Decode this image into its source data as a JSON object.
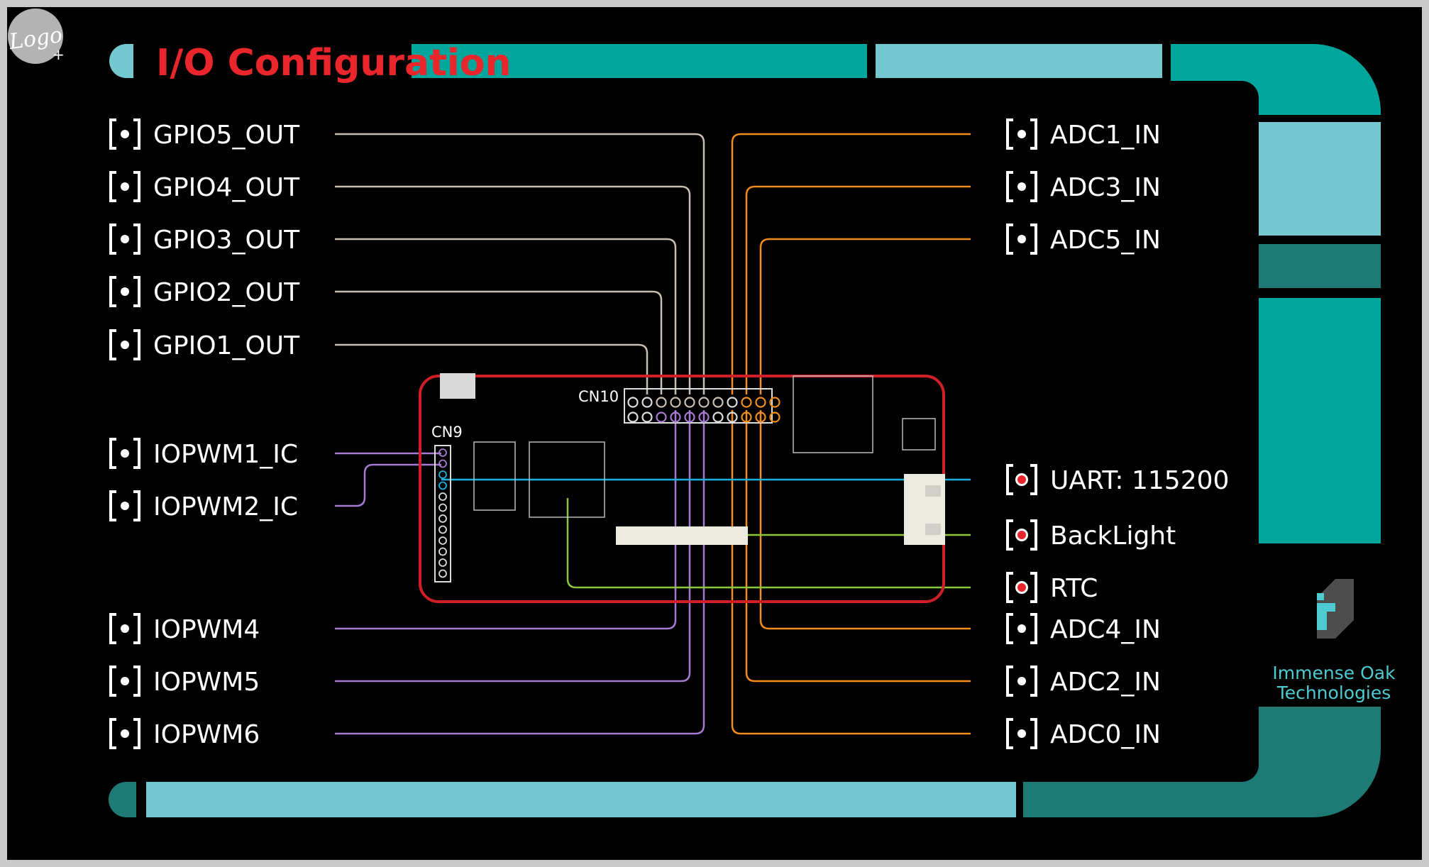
{
  "app": {
    "title": "I/O Configuration",
    "logo_text": "Logo"
  },
  "colors": {
    "background": "#000000",
    "title_red": "#e8262c",
    "board_outline": "#d11f27",
    "teal_light": "#73c9cf",
    "teal_mid": "#00a59b",
    "teal_dark": "#1e7a74",
    "gpio_wire": "#c9bfb0",
    "adc_wire": "#f28c1c",
    "pwm_wire": "#a57ad0",
    "uart_wire": "#1ab3e0",
    "backlight_wire": "#8cc63f",
    "rtc_wire": "#8cc63f"
  },
  "left_pins": [
    {
      "label": "GPIO5_OUT",
      "icon": "pin-checkbox-icon",
      "active": false
    },
    {
      "label": "GPIO4_OUT",
      "icon": "pin-checkbox-icon",
      "active": false
    },
    {
      "label": "GPIO3_OUT",
      "icon": "pin-checkbox-icon",
      "active": false
    },
    {
      "label": "GPIO2_OUT",
      "icon": "pin-checkbox-icon",
      "active": false
    },
    {
      "label": "GPIO1_OUT",
      "icon": "pin-checkbox-icon",
      "active": false
    },
    {
      "label": "IOPWM1_IC",
      "icon": "pin-checkbox-icon",
      "active": false
    },
    {
      "label": "IOPWM2_IC",
      "icon": "pin-checkbox-icon",
      "active": false
    },
    {
      "label": "IOPWM4",
      "icon": "pin-checkbox-icon",
      "active": false
    },
    {
      "label": "IOPWM5",
      "icon": "pin-checkbox-icon",
      "active": false
    },
    {
      "label": "IOPWM6",
      "icon": "pin-checkbox-icon",
      "active": false
    }
  ],
  "right_pins": [
    {
      "label": "ADC1_IN",
      "icon": "pin-checkbox-icon",
      "active": false
    },
    {
      "label": "ADC3_IN",
      "icon": "pin-checkbox-icon",
      "active": false
    },
    {
      "label": "ADC5_IN",
      "icon": "pin-checkbox-icon",
      "active": false
    },
    {
      "label": "UART: 115200",
      "icon": "pin-checkbox-icon",
      "active": true
    },
    {
      "label": "BackLight",
      "icon": "pin-checkbox-icon",
      "active": true
    },
    {
      "label": "RTC",
      "icon": "pin-checkbox-icon",
      "active": true
    },
    {
      "label": "ADC4_IN",
      "icon": "pin-checkbox-icon",
      "active": false
    },
    {
      "label": "ADC2_IN",
      "icon": "pin-checkbox-icon",
      "active": false
    },
    {
      "label": "ADC0_IN",
      "icon": "pin-checkbox-icon",
      "active": false
    }
  ],
  "board": {
    "cn10_label": "CN10",
    "cn9_label": "CN9"
  },
  "brand": {
    "line1": "Immense Oak",
    "line2": "Technologies"
  }
}
